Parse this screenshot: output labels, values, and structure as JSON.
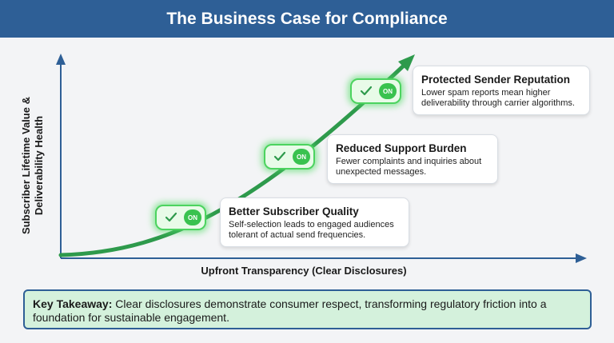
{
  "header": {
    "title": "The Business Case for Compliance"
  },
  "axes": {
    "y_label_line1": "Subscriber Lifetime Value &",
    "y_label_line2": "Deliverability Health",
    "x_label": "Upfront Transparency (Clear Disclosures)"
  },
  "toggles": [
    {
      "state": "ON",
      "icon": "check-icon"
    },
    {
      "state": "ON",
      "icon": "check-icon"
    },
    {
      "state": "ON",
      "icon": "check-icon"
    }
  ],
  "cards": [
    {
      "title": "Better Subscriber Quality",
      "body": "Self-selection leads to engaged audiences tolerant of actual send frequencies."
    },
    {
      "title": "Reduced Support Burden",
      "body": "Fewer complaints and inquiries about unexpected messages."
    },
    {
      "title": "Protected Sender Reputation",
      "body": "Lower spam reports mean higher deliverability through carrier algorithms."
    }
  ],
  "takeaway": {
    "label": "Key Takeaway:",
    "text": " Clear disclosures demonstrate consumer respect, transforming regulatory friction into a foundation for sustainable engagement."
  },
  "colors": {
    "header": "#2e5f96",
    "axis": "#2e5f96",
    "curve": "#2e9a4c",
    "toggle_glow": "#4cd35f",
    "takeaway_bg": "#d4f1dc"
  }
}
